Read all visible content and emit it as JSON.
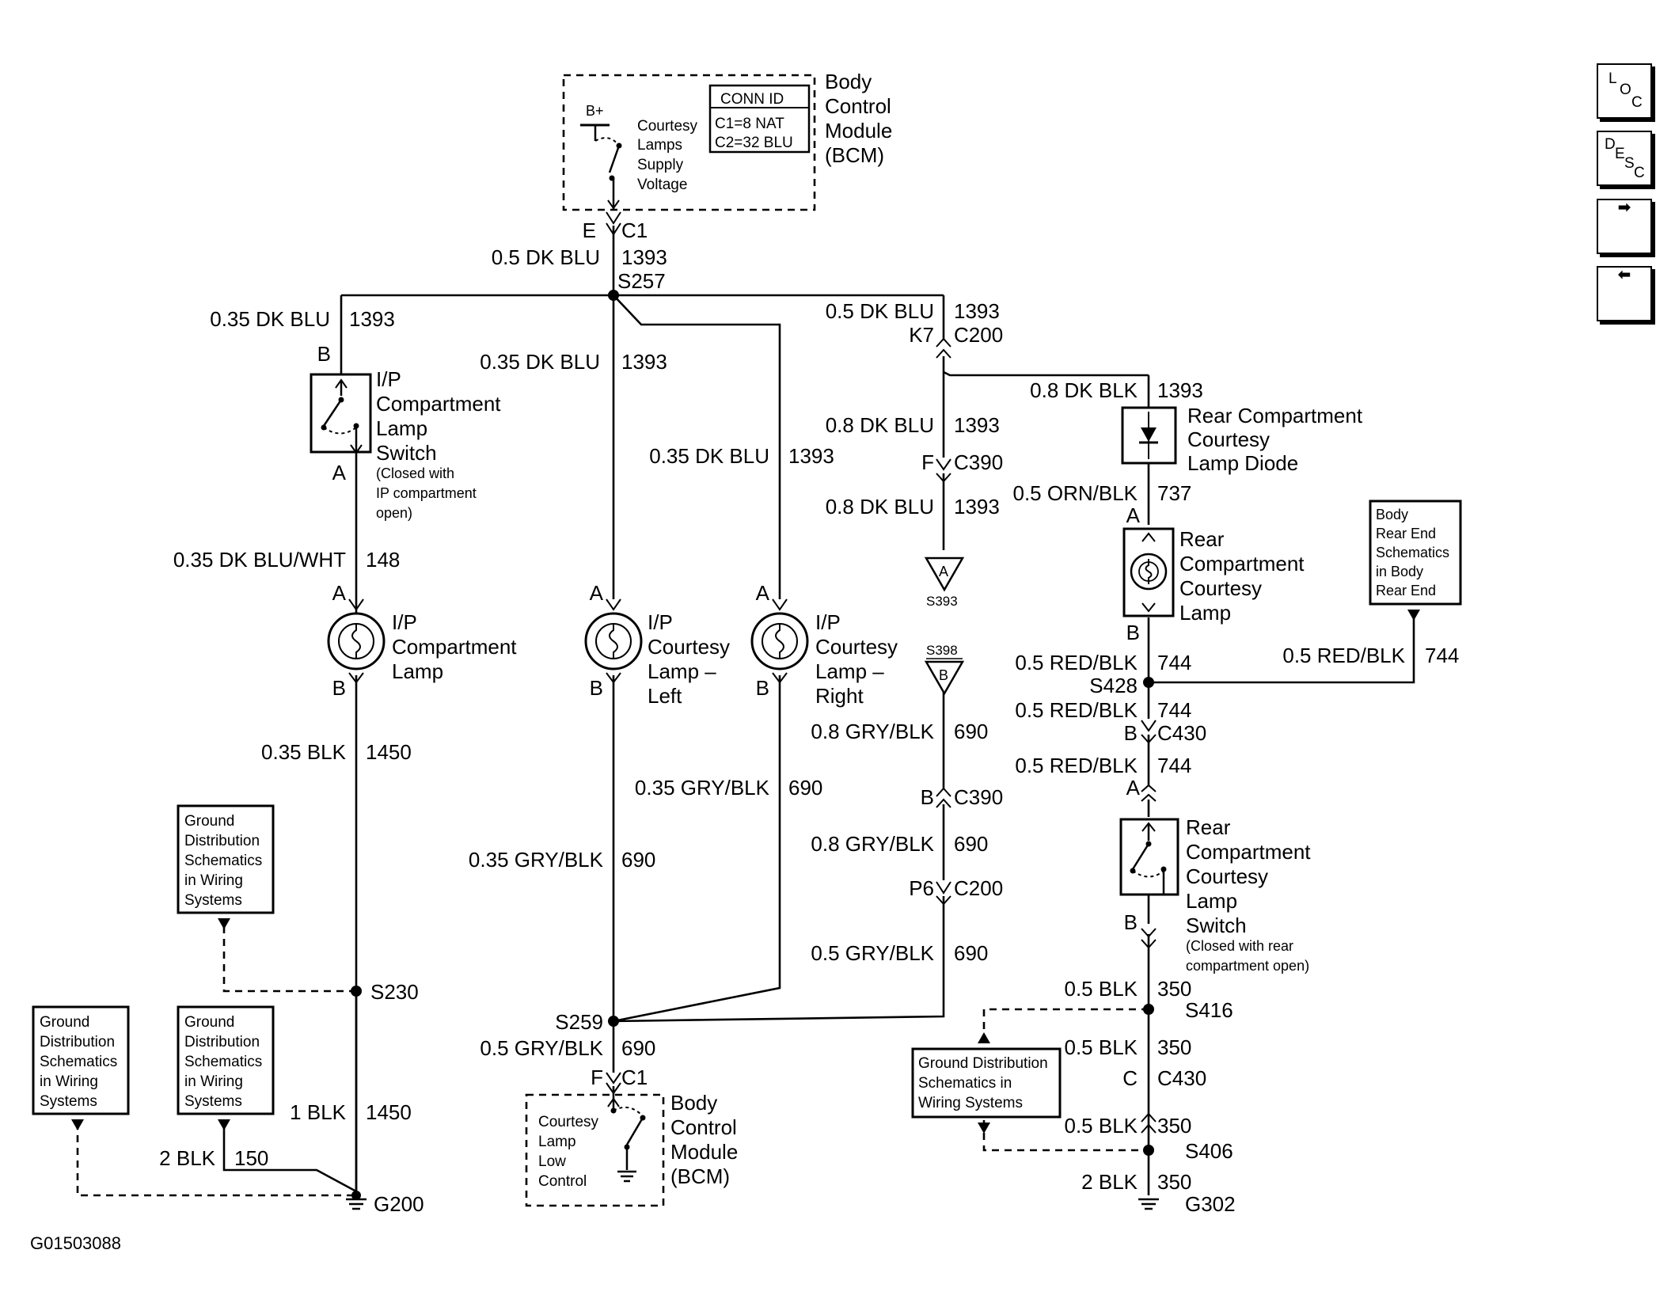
{
  "wires": {
    "w01": "0.5 DK BLU",
    "w01n": "1393",
    "w02": "0.35 DK BLU",
    "w02n": "1393",
    "w03": "0.35 DK BLU",
    "w03n": "1393",
    "w04": "0.35 DK BLU",
    "w04n": "1393",
    "w05": "0.5 DK BLU",
    "w05n": "1393",
    "w06": "0.8 DK BLK",
    "w06n": "1393",
    "w07": "0.8 DK BLU",
    "w07n": "1393",
    "w08": "0.8 DK BLU",
    "w08n": "1393",
    "w09": "0.5 ORN/BLK",
    "w09n": "737",
    "w10": "0.35 DK BLU/WHT",
    "w10n": "148",
    "w11": "0.35 BLK",
    "w11n": "1450",
    "w12": "0.35 GRY/BLK",
    "w12n": "690",
    "w13": "0.35 GRY/BLK",
    "w13n": "690",
    "w14": "0.8 GRY/BLK",
    "w14n": "690",
    "w15": "0.8 GRY/BLK",
    "w15n": "690",
    "w16": "0.5 GRY/BLK",
    "w16n": "690",
    "w17": "0.5 GRY/BLK",
    "w17n": "690",
    "w18": "0.5 RED/BLK",
    "w18n": "744",
    "w19": "0.5 RED/BLK",
    "w19n": "744",
    "w20": "0.5 RED/BLK",
    "w20n": "744",
    "w21": "0.5 RED/BLK",
    "w21n": "744",
    "w22": "0.5 BLK",
    "w22n": "350",
    "w23": "0.5 BLK",
    "w23n": "350",
    "w24": "0.5 BLK",
    "w24n": "350",
    "w25": "2 BLK",
    "w25n": "350",
    "w26": "1 BLK",
    "w26n": "1450",
    "w27": "2 BLK",
    "w27n": "150"
  },
  "connectors": {
    "bcm_top_pin": "E",
    "bcm_top_conn": "C1",
    "k7": "K7",
    "c200_top": "C200",
    "f_c390": "F",
    "c390_top": "C390",
    "b_c390": "B",
    "c390_bot": "C390",
    "p6": "P6",
    "c200_bot": "C200",
    "b_c430": "B",
    "c430_top": "C430",
    "c_c430": "C",
    "c430_bot": "C430",
    "bcm_bot_pin": "F",
    "bcm_bot_conn": "C1"
  },
  "splices": {
    "s257": "S257",
    "s259": "S259",
    "s230": "S230",
    "s428": "S428",
    "s416": "S416",
    "s406": "S406",
    "s393": "S393",
    "s398": "S398",
    "s393_pin": "A",
    "s398_pin": "B"
  },
  "grounds": {
    "g200": "G200",
    "g302": "G302"
  },
  "pins": {
    "ipsw_top": "B",
    "ipsw_bot": "A",
    "iplamp_top": "A",
    "iplamp_bot": "B",
    "left_top": "A",
    "left_bot": "B",
    "right_top": "A",
    "right_bot": "B",
    "rclamp_top": "A",
    "rclamp_bot": "B",
    "rcsw_top": "A",
    "rcsw_bot": "B"
  },
  "components": {
    "bcm_top": [
      "Body",
      "Control",
      "Module",
      "(BCM)"
    ],
    "bcm_top_inner": [
      "Courtesy",
      "Lamps",
      "Supply",
      "Voltage"
    ],
    "bplus": "B+",
    "conn_id_title": "CONN ID",
    "conn_id_c1": "C1=8 NAT",
    "conn_id_c2": "C2=32 BLU",
    "ip_switch": [
      "I/P",
      "Compartment",
      "Lamp",
      "Switch"
    ],
    "ip_switch_note": [
      "(Closed with",
      "IP compartment",
      "open)"
    ],
    "ip_lamp": [
      "I/P",
      "Compartment",
      "Lamp"
    ],
    "left_lamp": [
      "I/P",
      "Courtesy",
      "Lamp –",
      "Left"
    ],
    "right_lamp": [
      "I/P",
      "Courtesy",
      "Lamp –",
      "Right"
    ],
    "diode": [
      "Rear Compartment",
      "Courtesy",
      "Lamp Diode"
    ],
    "rc_lamp": [
      "Rear",
      "Compartment",
      "Courtesy",
      "Lamp"
    ],
    "rc_switch": [
      "Rear",
      "Compartment",
      "Courtesy",
      "Lamp",
      "Switch"
    ],
    "rc_switch_note": [
      "(Closed with rear",
      "compartment open)"
    ],
    "bcm_bot": [
      "Body",
      "Control",
      "Module",
      "(BCM)"
    ],
    "bcm_bot_inner": [
      "Courtesy",
      "Lamp",
      "Low",
      "Control"
    ]
  },
  "refs": {
    "gd1": [
      "Ground",
      "Distribution",
      "Schematics",
      "in Wiring",
      "Systems"
    ],
    "gd2": [
      "Ground",
      "Distribution",
      "Schematics",
      "in Wiring",
      "Systems"
    ],
    "gd3": [
      "Ground",
      "Distribution",
      "Schematics",
      "in Wiring",
      "Systems"
    ],
    "gd4": [
      "Ground Distribution",
      "Schematics in",
      "Wiring Systems"
    ],
    "body_rear": [
      "Body",
      "Rear End",
      "Schematics",
      "in Body",
      "Rear End"
    ]
  },
  "figure_id": "G01503088",
  "nav": {
    "loc": {
      "l": "L",
      "o": "O",
      "c": "C"
    },
    "desc": {
      "d": "D",
      "e": "E",
      "s": "S",
      "c": "C"
    },
    "next_icon": "right-arrow-icon",
    "prev_icon": "left-arrow-icon"
  }
}
